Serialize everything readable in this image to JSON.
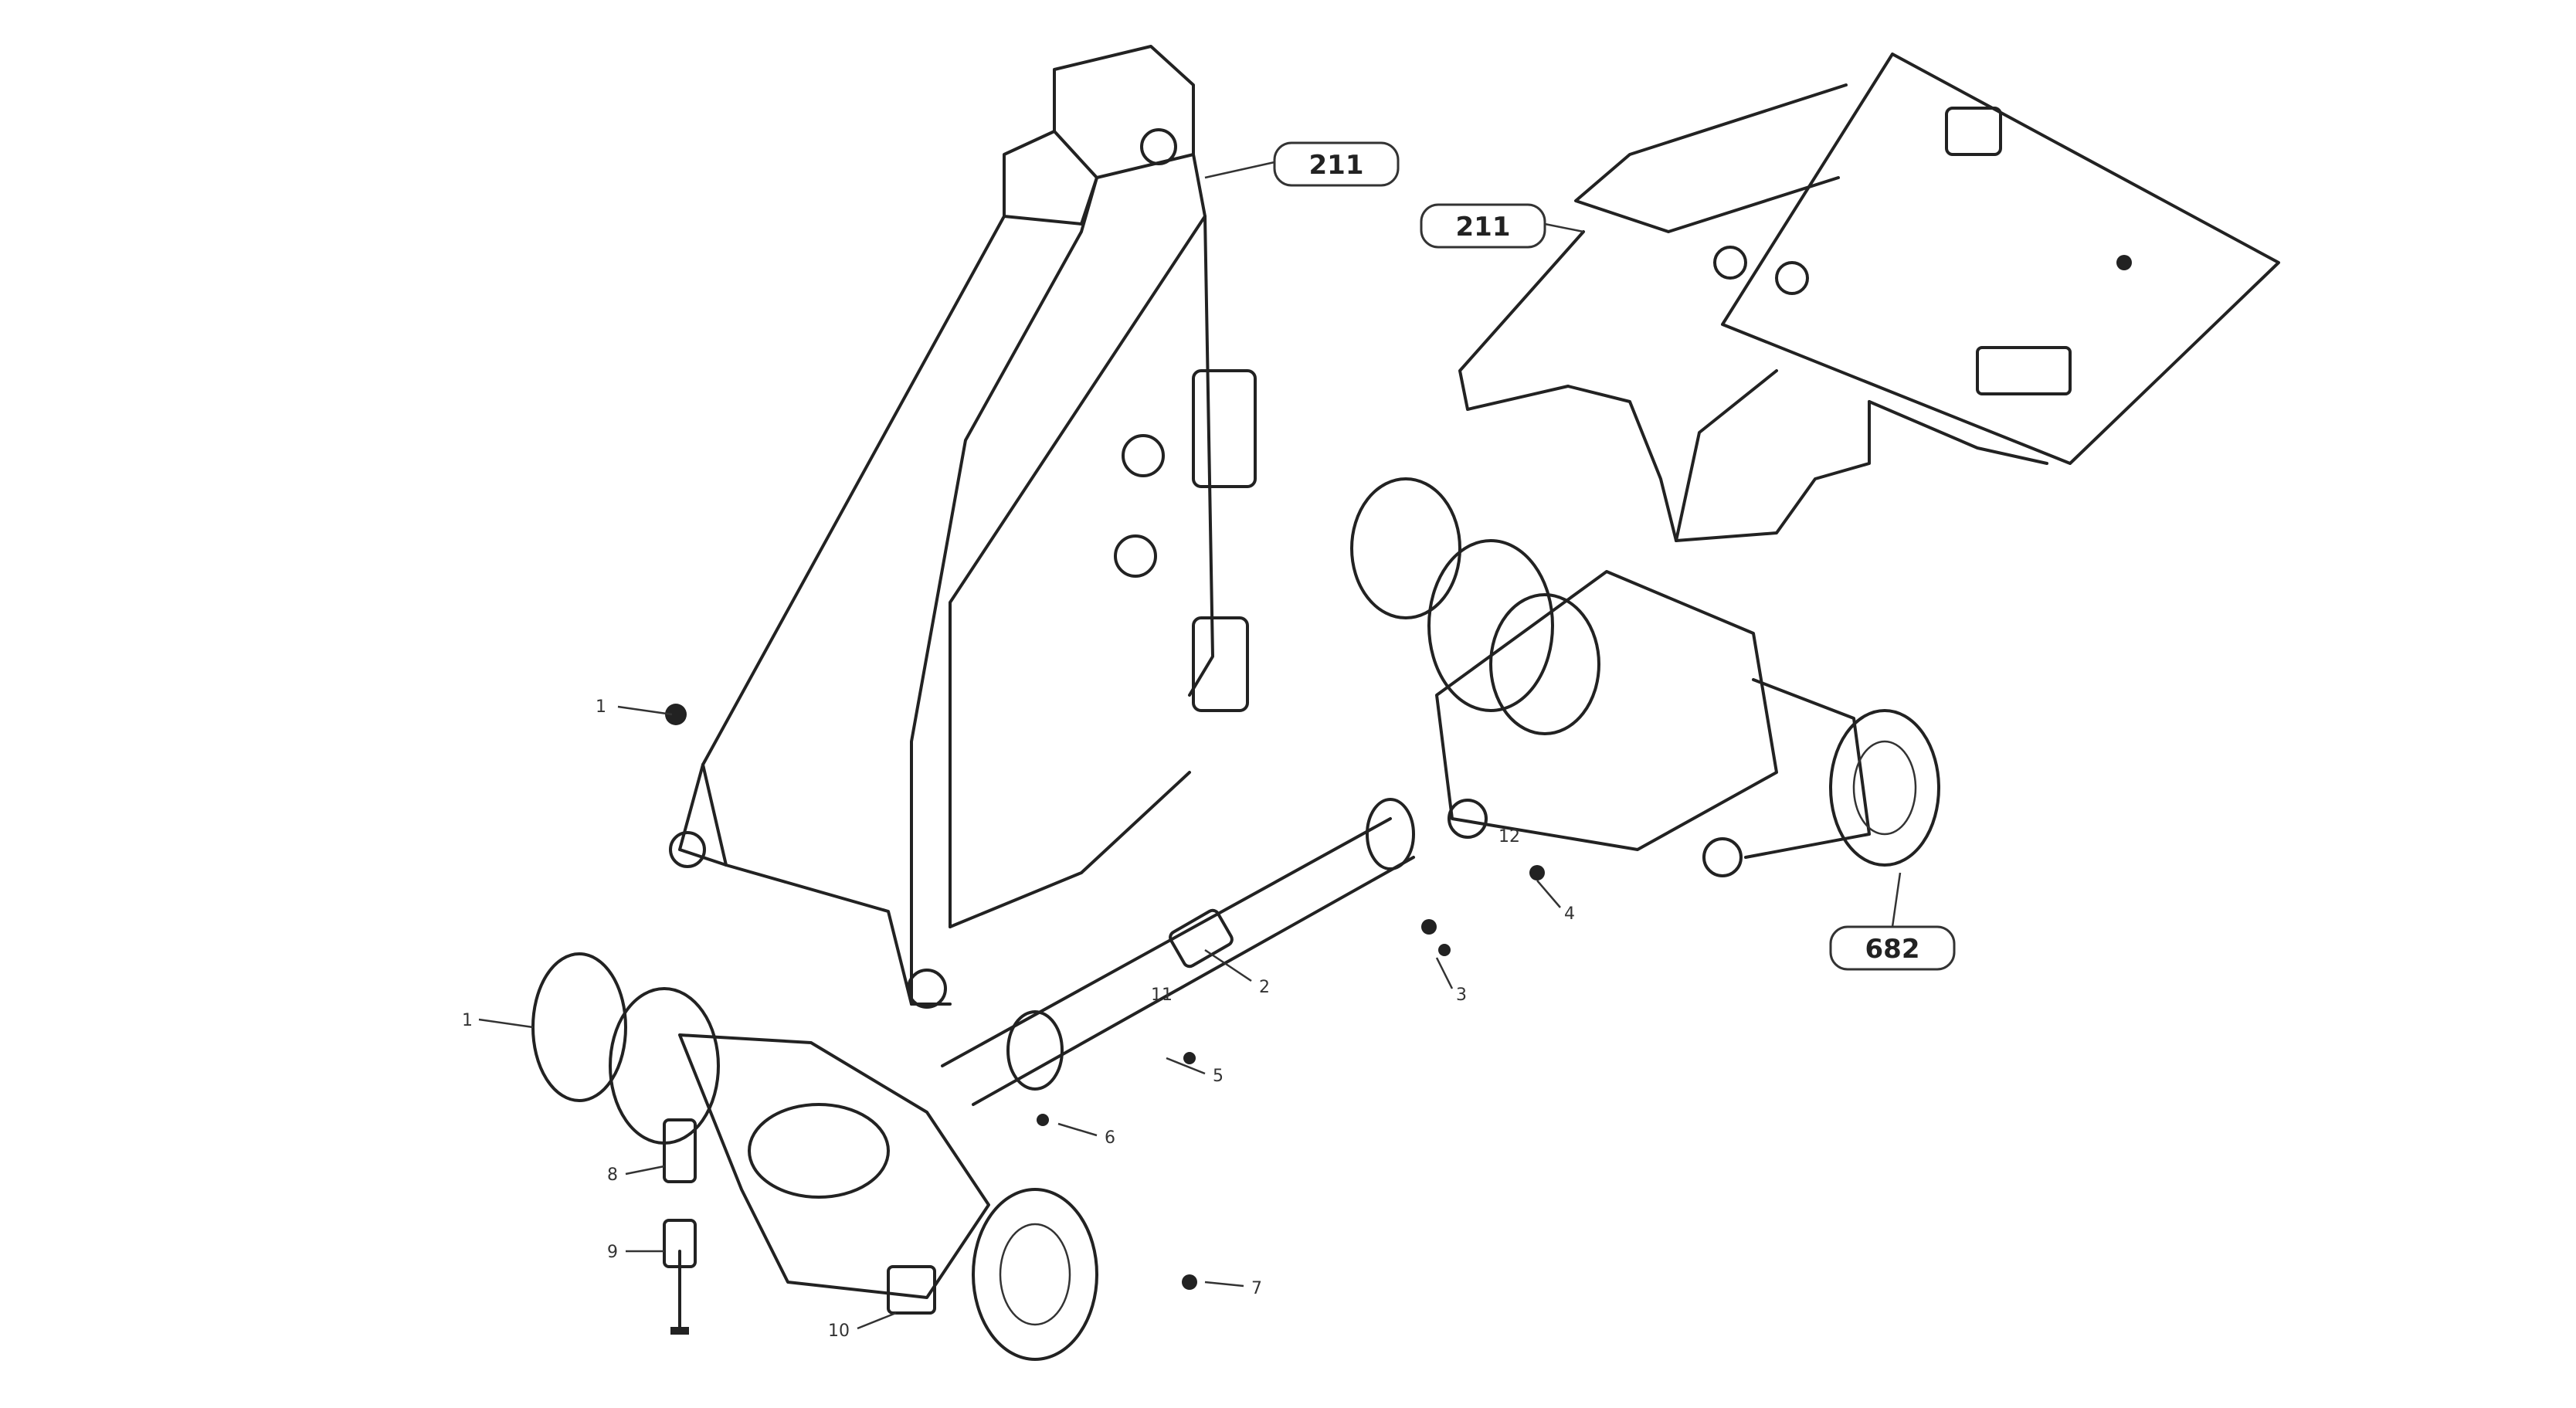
{
  "callouts": {
    "ref_211_top": "211",
    "ref_211_right": "211",
    "ref_682": "682"
  },
  "item_labels": [
    "1",
    "1",
    "2",
    "3",
    "4",
    "5",
    "6",
    "7",
    "8",
    "9",
    "10",
    "11",
    "12"
  ],
  "corner_text": {
    "line1": "",
    "line2": "",
    "line3": ""
  }
}
